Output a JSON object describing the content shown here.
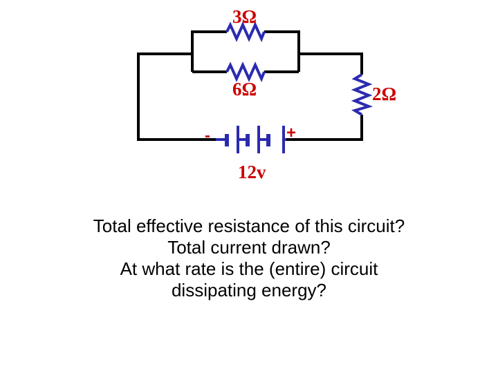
{
  "colors": {
    "wire": "#000000",
    "resistor": "#2b2bb0",
    "battery": "#2b2bb0",
    "label": "#cc0000",
    "sign": "#cc0000"
  },
  "circuit": {
    "resistor_top": {
      "label": "3Ω",
      "resistance_ohm": 3
    },
    "resistor_middle": {
      "label": "6Ω",
      "resistance_ohm": 6
    },
    "resistor_right": {
      "label": "2Ω",
      "resistance_ohm": 2
    },
    "battery": {
      "label": "12v",
      "minus": "-",
      "plus": "+"
    }
  },
  "questions": [
    "Total effective resistance of this circuit?",
    "Total current drawn?",
    "At what rate is the (entire) circuit",
    "dissipating energy?"
  ]
}
